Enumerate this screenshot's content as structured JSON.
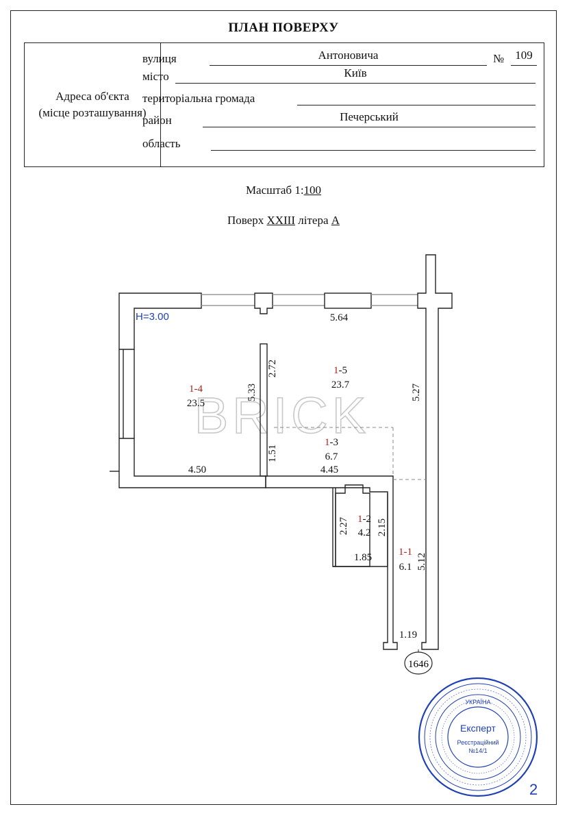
{
  "title": "ПЛАН ПОВЕРХУ",
  "address": {
    "left_label_line1": "Адреса об'єкта",
    "left_label_line2": "(місце розташування)",
    "street_label": "вулиця",
    "street_value": "Антоновича",
    "number_label": "№",
    "number_value": "109",
    "city_label": "місто",
    "city_value": "Київ",
    "community_label": "територіальна громада",
    "community_value": "",
    "district_label": "район",
    "district_value": "Печерський",
    "region_label": "область",
    "region_value": ""
  },
  "scale": {
    "label": "Масштаб 1:",
    "value": "100"
  },
  "floor": {
    "label": "Поверх",
    "value": "XXIII",
    "letter_label": "літера",
    "letter_value": "A"
  },
  "plan": {
    "height_note": "H=3.00",
    "watermark": "BRICK",
    "rooms": [
      {
        "id_prefix": "1",
        "id_suffix": "-4",
        "area": "23.5"
      },
      {
        "id_prefix": "1",
        "id_suffix": "-5",
        "area": "23.7"
      },
      {
        "id_prefix": "1",
        "id_suffix": "-3",
        "area": "6.7"
      },
      {
        "id_prefix": "1",
        "id_suffix": "-2",
        "area": "4.2"
      },
      {
        "id_prefix": "1",
        "id_suffix": "-1",
        "area": "6.1"
      }
    ],
    "dimensions": {
      "d564": "5.64",
      "d272": "2.72",
      "d533": "5.33",
      "d527": "5.27",
      "d151": "1.51",
      "d450": "4.50",
      "d445": "4.45",
      "d227": "2.27",
      "d215": "2.15",
      "d185": "1.85",
      "d512": "5.12",
      "d119": "1.19"
    },
    "inventory_number": "1646"
  },
  "stamp": {
    "center_text": "Експерт",
    "sub_text": "Реєстраційний",
    "reg_no": "№14/1",
    "ring_top": "УКРАЇНА",
    "color": "#1f3fb5"
  },
  "page_number": "2"
}
